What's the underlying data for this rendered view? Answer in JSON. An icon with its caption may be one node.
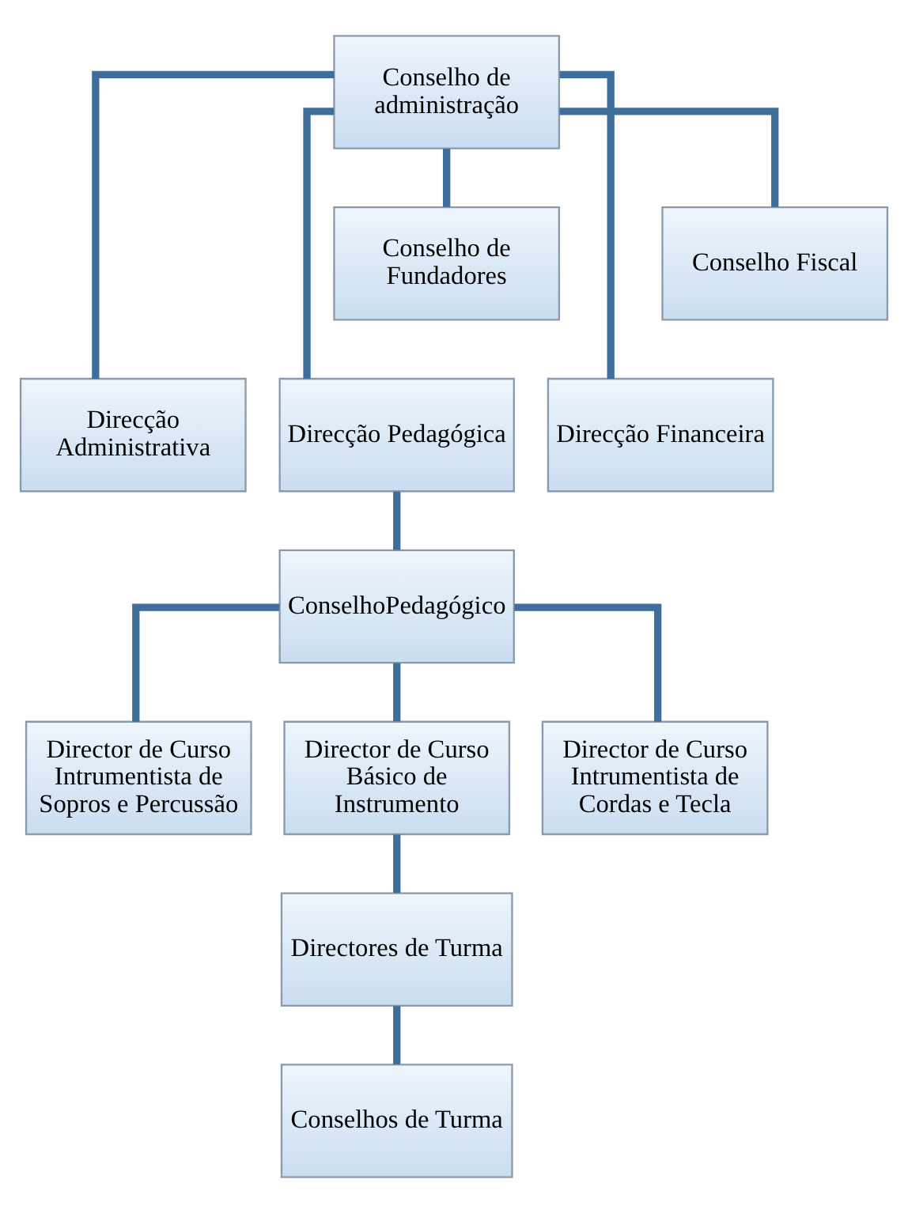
{
  "diagram": {
    "nodes": [
      {
        "text": [
          "Conselho de administração"
        ]
      },
      {
        "text": [
          "Conselho de Fundadores"
        ]
      },
      {
        "text": [
          "Conselho Fiscal"
        ]
      },
      {
        "text": [
          "Direcção Administrativa"
        ]
      },
      {
        "text": [
          "Direcção Pedagógica"
        ]
      },
      {
        "text": [
          "Direcção Financeira"
        ]
      },
      {
        "text": [
          "ConselhoPedagógico"
        ]
      },
      {
        "text": [
          "Director de Curso Intrumentista de Sopros e Percussão"
        ]
      },
      {
        "text": [
          "Director de Curso Básico de Instrumento"
        ]
      },
      {
        "text": [
          "Director de Curso Intrumentista de Cordas e Tecla"
        ]
      },
      {
        "text": [
          "Directores de Turma"
        ]
      },
      {
        "text": [
          "Conselhos de Turma"
        ]
      }
    ],
    "edges": [
      {
        "from": 0,
        "to": 1,
        "arrow": "none"
      },
      {
        "from": 0,
        "to": 2,
        "arrow": "none"
      },
      {
        "from": 0,
        "to": 3,
        "arrow": "none"
      },
      {
        "from": 0,
        "to": 4,
        "arrow": "none"
      },
      {
        "from": 0,
        "to": 5,
        "arrow": "none"
      },
      {
        "from": 4,
        "to": 6,
        "arrow": "none"
      },
      {
        "from": 6,
        "to": 7,
        "arrow": "none"
      },
      {
        "from": 6,
        "to": 8,
        "arrow": "none"
      },
      {
        "from": 6,
        "to": 9,
        "arrow": "none"
      },
      {
        "from": 8,
        "to": 10,
        "arrow": "none"
      },
      {
        "from": 10,
        "to": 11,
        "arrow": "none"
      }
    ]
  }
}
